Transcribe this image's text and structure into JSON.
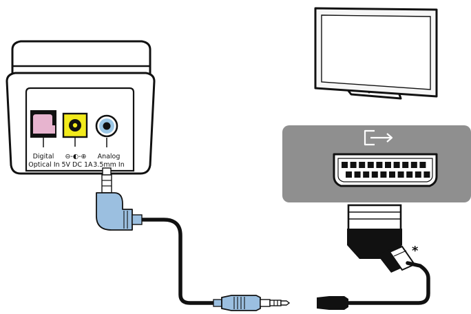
{
  "ports": {
    "digital_line1": "Digital",
    "digital_line2": "Optical In",
    "power_symbol": "⊖-◐-⊕",
    "power_line2": "5V DC  1A",
    "analog_line1": "Analog",
    "analog_line2": "3.5mm In"
  },
  "scart": {
    "output_icon": "output-arrow-icon",
    "footnote_mark": "*"
  },
  "colors": {
    "stroke": "#111111",
    "optical_port": "#e7b4cf",
    "power_port": "#f2ea1c",
    "analog_port": "#9bc7e6",
    "jack_plug": "#9bbfe0",
    "scart_panel": "#8f8f8f",
    "screen": "#f6f6f6"
  }
}
